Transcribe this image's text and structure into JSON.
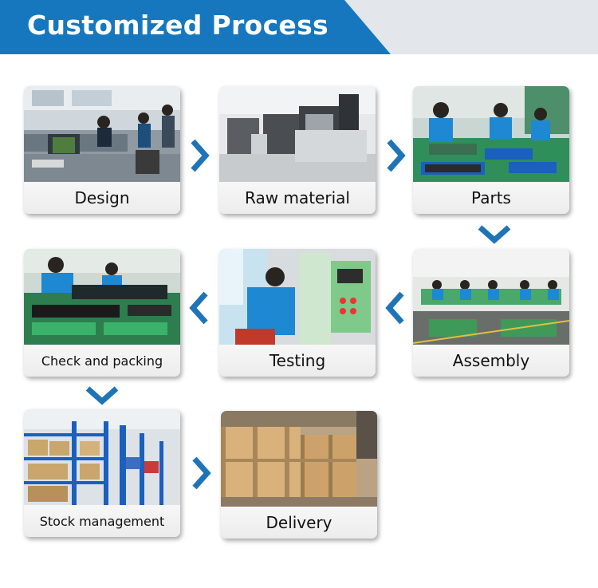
{
  "header": {
    "title": "Customized Process"
  },
  "steps": [
    {
      "label": "Design"
    },
    {
      "label": "Raw material"
    },
    {
      "label": "Parts"
    },
    {
      "label": "Check and packing"
    },
    {
      "label": "Testing"
    },
    {
      "label": "Assembly"
    },
    {
      "label": "Stock management"
    },
    {
      "label": "Delivery"
    }
  ],
  "colors": {
    "accent": "#1677be",
    "header_gray": "#e3e6ea",
    "arrow": "#1f74b8"
  },
  "icons": {
    "arrow_right": "arrow-right-icon",
    "arrow_left": "arrow-left-icon",
    "arrow_down": "arrow-down-icon"
  }
}
